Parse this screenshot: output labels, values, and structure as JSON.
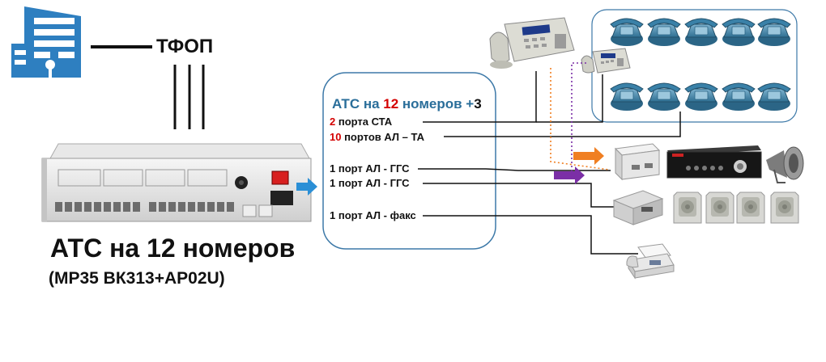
{
  "network": {
    "label": "ТФОП"
  },
  "pbx": {
    "caption": "АТС на 12 номеров",
    "model": "(МР35 ВК313+АР02U)"
  },
  "box": {
    "title_prefix": "АТС на ",
    "title_number": "12",
    "title_middle": " номеров +",
    "title_suffix": "3",
    "lines": [
      {
        "num": "2",
        "text": " порта СТА"
      },
      {
        "num": "10",
        "text": " портов АЛ – ТА"
      },
      {
        "num": "",
        "text": "1 порт АЛ -  ГГС"
      },
      {
        "num": "",
        "text": "1 порт АЛ -  ГГС"
      },
      {
        "num": "",
        "text": "1 порт АЛ - факс"
      }
    ]
  },
  "colors": {
    "building": "#2e7fc0",
    "box_border": "#3d79a8",
    "title_blue": "#2a6e9a",
    "accent_red": "#d40000",
    "arrow_blue": "#2b8fd6",
    "arrow_orange": "#f07f22",
    "arrow_purple": "#7b2fa6",
    "dotted_orange": "#f07f22",
    "dotted_purple": "#7b2fa6"
  },
  "icons": [
    "building-icon",
    "system-phone-icon",
    "phone-icon",
    "amplifier-icon",
    "horn-speaker-icon",
    "wall-speaker-icon",
    "fax-icon",
    "module-box-icon"
  ]
}
